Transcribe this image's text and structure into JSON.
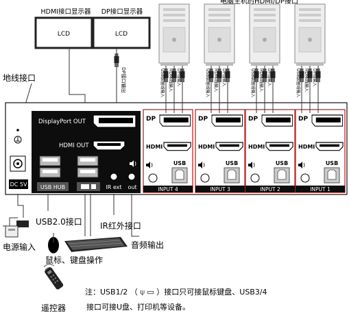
{
  "title_partial": "电脑主机的HDMI/DP接口",
  "monitors": [
    {
      "caption": "HDMI接口显示器",
      "screen": "LCD"
    },
    {
      "caption": "DP接口显示器",
      "screen": "LCD"
    }
  ],
  "dp_vertical_label": "DP接口输出",
  "pc_cable_labels": [
    "USB数据线输入",
    "HDMI线输入",
    "DP线输入"
  ],
  "left_labels": {
    "ground": "地线接口",
    "usb20": "USB2.0接口",
    "power": "电源输入",
    "ir": "IR红外接口",
    "audio": "音频输出",
    "mouse_kb": "鼠标、键盘操作",
    "remote": "遥控器"
  },
  "panel": {
    "dc": "DC 5V",
    "dp_out": "DisplayPort OUT",
    "hdmi_out": "HDMI OUT",
    "usb_hub": "USB HUB",
    "ir_ext": "IR ext",
    "out": "out"
  },
  "inputs": [
    {
      "dp": "DP",
      "hdmi": "HDMI",
      "usb": "USB",
      "name": "INPUT 4"
    },
    {
      "dp": "DP",
      "hdmi": "HDMI",
      "usb": "USB",
      "name": "INPUT 3"
    },
    {
      "dp": "DP",
      "hdmi": "HDMI",
      "usb": "USB",
      "name": "INPUT 2"
    },
    {
      "dp": "DP",
      "hdmi": "HDMI",
      "usb": "USB",
      "name": "INPUT 1"
    }
  ],
  "note": {
    "line1": "注：USB1/2 （ ⍦ ▭ ）接口只可接鼠标键盘、USB3/4",
    "line2": "接口可接U盘、打印机等设备。"
  },
  "colors": {
    "black_panel": "#0d0d0d",
    "red_border": "#cc1f1f",
    "pc_gray": "#e6e6e6"
  }
}
